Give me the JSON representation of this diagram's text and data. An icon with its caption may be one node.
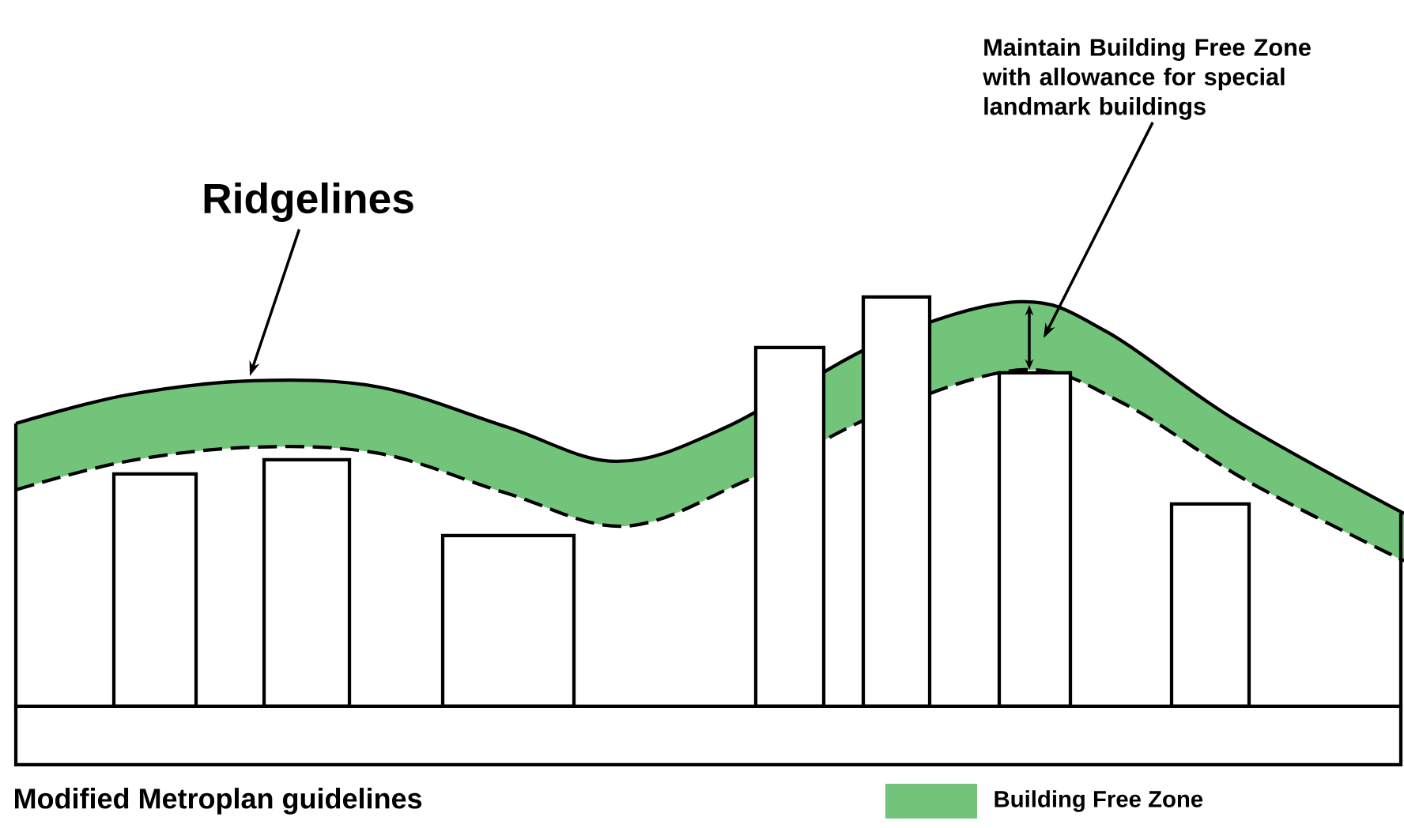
{
  "diagram": {
    "caption": "Modified Metroplan guidelines",
    "nodes": [
      {
        "text": [
          "Ridgelines"
        ]
      },
      {
        "text": [
          "Maintain Building Free Zone with allowance for special landmark buildings"
        ]
      }
    ],
    "edges": [
      {
        "from": 0,
        "to": null,
        "arrow": "to"
      },
      {
        "from": 1,
        "to": null,
        "arrow": "to"
      }
    ],
    "legend": [
      {
        "text": "Building Free Zone",
        "color": "#72c47a"
      }
    ]
  }
}
